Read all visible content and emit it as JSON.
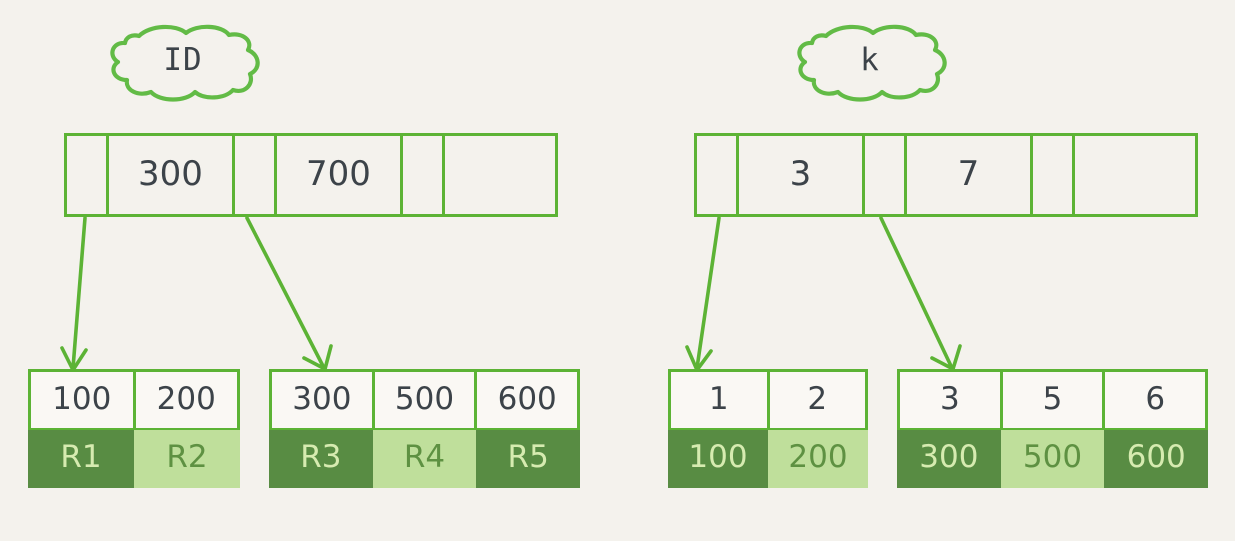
{
  "diagram": {
    "title": "B+ tree primary and secondary index diagram",
    "colors": {
      "background": "#f4f2ed",
      "stroke_green": "#5cb335",
      "dark_green_fill": "#588c43",
      "dark_green_text": "#d6ebb0",
      "light_green_fill": "#bfdf9b",
      "light_green_text": "#5e9142",
      "key_text": "#3c4349"
    }
  },
  "trees": [
    {
      "id": "primary-index",
      "label": "ID",
      "label_icon": "cloud-callout-icon",
      "root": {
        "cells": [
          {
            "type": "pointer",
            "value": ""
          },
          {
            "type": "key",
            "value": "300"
          },
          {
            "type": "pointer",
            "value": ""
          },
          {
            "type": "key",
            "value": "700"
          },
          {
            "type": "pointer",
            "value": ""
          },
          {
            "type": "empty",
            "value": ""
          }
        ]
      },
      "leaves": [
        {
          "id": "leaf-1",
          "keys": [
            "100",
            "200"
          ],
          "data": [
            {
              "value": "R1",
              "shade": "dark"
            },
            {
              "value": "R2",
              "shade": "light"
            }
          ]
        },
        {
          "id": "leaf-2",
          "keys": [
            "300",
            "500",
            "600"
          ],
          "data": [
            {
              "value": "R3",
              "shade": "dark"
            },
            {
              "value": "R4",
              "shade": "light"
            },
            {
              "value": "R5",
              "shade": "dark"
            }
          ]
        }
      ]
    },
    {
      "id": "secondary-index",
      "label": "k",
      "label_icon": "cloud-callout-icon",
      "root": {
        "cells": [
          {
            "type": "pointer",
            "value": ""
          },
          {
            "type": "key",
            "value": "3"
          },
          {
            "type": "pointer",
            "value": ""
          },
          {
            "type": "key",
            "value": "7"
          },
          {
            "type": "pointer",
            "value": ""
          },
          {
            "type": "empty",
            "value": ""
          }
        ]
      },
      "leaves": [
        {
          "id": "leaf-3",
          "keys": [
            "1",
            "2"
          ],
          "data": [
            {
              "value": "100",
              "shade": "dark"
            },
            {
              "value": "200",
              "shade": "light"
            }
          ]
        },
        {
          "id": "leaf-4",
          "keys": [
            "3",
            "5",
            "6"
          ],
          "data": [
            {
              "value": "300",
              "shade": "dark"
            },
            {
              "value": "500",
              "shade": "light"
            },
            {
              "value": "600",
              "shade": "dark"
            }
          ]
        }
      ]
    }
  ]
}
